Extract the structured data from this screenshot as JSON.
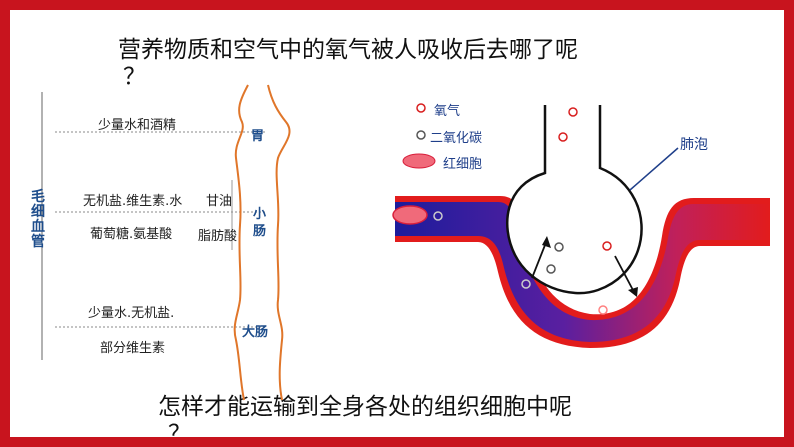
{
  "question_top": "营养物质和空气中的氧气被人吸收后去哪了呢",
  "question_top_mark": "？",
  "question_bottom": "怎样才能运输到全身各处的组织细胞中呢",
  "question_bottom_mark": "？",
  "capillary_label": [
    "毛",
    "细",
    "血",
    "管"
  ],
  "organs": {
    "stomach": "胃",
    "small_intestine_1": "小",
    "small_intestine_2": "肠",
    "large_intestine": "大肠"
  },
  "absorption": {
    "stomach": "少量水和酒精",
    "small_intestine_row1": "无机盐.维生素.水",
    "small_intestine_row1_b": "甘油",
    "small_intestine_row2": "葡萄糖.氨基酸",
    "small_intestine_row2_b": "脂肪酸",
    "large_intestine_row1": "少量水.无机盐.",
    "large_intestine_row2": "部分维生素"
  },
  "legend": {
    "oxygen": "氧气",
    "co2": "二氧化碳",
    "rbc": "红细胞"
  },
  "alveolus_label": "肺泡",
  "colors": {
    "border": "#c8141e",
    "organ_text": "#1f4e8c",
    "gut_outline": "#e0762a",
    "vessel_red": "#e21c1c",
    "vessel_blue": "#2626a8"
  }
}
